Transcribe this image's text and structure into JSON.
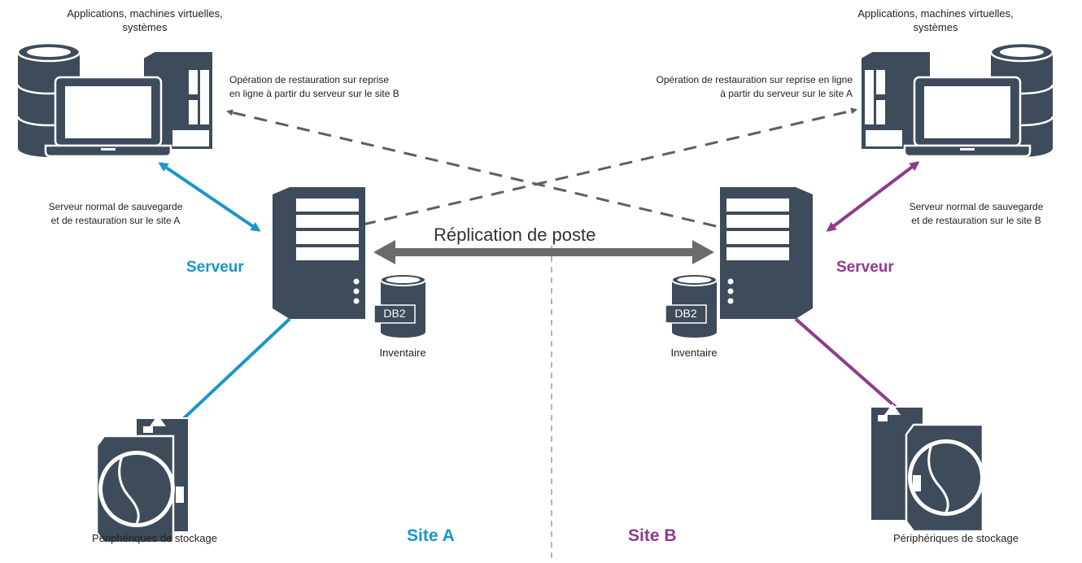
{
  "colors": {
    "site_a": "#1a96c8",
    "site_b": "#8e3b8e",
    "device": "#3d4b5a",
    "device_light": "#ffffff",
    "dashed": "#5f5f5f",
    "replication_arrow": "#6b6b6b"
  },
  "site_a": {
    "apps_label_1": "Applications, machines virtuelles,",
    "apps_label_2": "systèmes",
    "restore_label_1": "Opération de restauration sur reprise",
    "restore_label_2": "en ligne à partir du serveur sur le site B",
    "normal_label_1": "Serveur normal de sauvegarde",
    "normal_label_2": "et de restauration sur le site A",
    "server_label": "Serveur",
    "inventory_label": "Inventaire",
    "db_label": "DB2",
    "storage_label": "Périphériques de stockage",
    "site_label": "Site A"
  },
  "site_b": {
    "apps_label_1": "Applications, machines virtuelles,",
    "apps_label_2": "systèmes",
    "restore_label_1": "Opération de restauration sur reprise en ligne",
    "restore_label_2": "à partir du serveur sur le site A",
    "normal_label_1": "Serveur normal de sauvegarde",
    "normal_label_2": "et de restauration sur le site B",
    "server_label": "Serveur",
    "inventory_label": "Inventaire",
    "db_label": "DB2",
    "storage_label": "Périphériques de stockage",
    "site_label": "Site B"
  },
  "replication_label": "Réplication de poste"
}
